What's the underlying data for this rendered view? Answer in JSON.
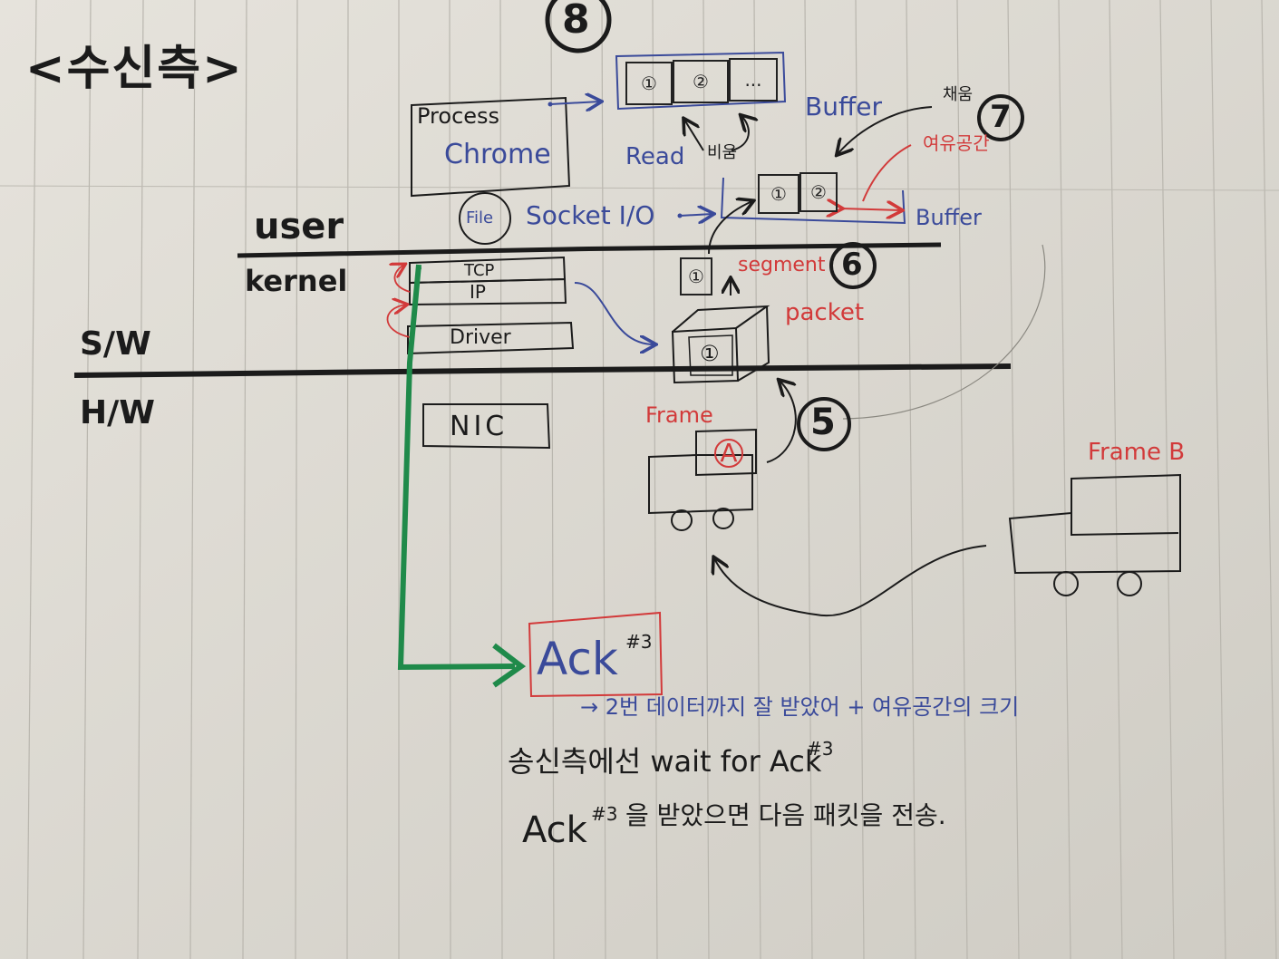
{
  "title": "<수신측>",
  "labels": {
    "user": "user",
    "kernel": "kernel",
    "sw": "S/W",
    "hw": "H/W",
    "process": "Process",
    "chrome": "Chrome",
    "file": "File",
    "socket_io": "Socket I/O",
    "read": "Read",
    "empty": "비움",
    "fill": "채움",
    "free_space": "여유공간",
    "buffer_top": "Buffer",
    "buffer_bottom": "Buffer",
    "tcp": "TCP",
    "ip": "IP",
    "driver": "Driver",
    "nic": "NIC",
    "segment": "segment",
    "packet": "packet",
    "frame": "Frame",
    "frame_b": "Frame B",
    "ack": "Ack",
    "ack_sup": "#3"
  },
  "buffer_cells_top": [
    "①",
    "②",
    "..."
  ],
  "buffer_cells_bottom": [
    "①",
    "②"
  ],
  "segment_cell": "①",
  "packet_cell": "①",
  "frame_cell": "A",
  "step_numbers": {
    "s8": "8",
    "s7": "7",
    "s6": "6",
    "s5": "5"
  },
  "notes": {
    "line1": "→ 2번 데이터까지 잘 받았어 + 여유공간의 크기",
    "line2": "송신측에선 wait for Ack",
    "line2_sup": "#3",
    "line3_prefix": "Ack",
    "line3_sup": "#3",
    "line3_suffix": "을 받았으면 다음 패킷을 전송."
  },
  "colors": {
    "ink_black": "#1b1b1b",
    "ink_blue": "#3a4a9a",
    "ink_red": "#d23a3a",
    "ink_green": "#1f8a4a",
    "paper": "#dedbd4",
    "rule": "#b9b6ae"
  }
}
